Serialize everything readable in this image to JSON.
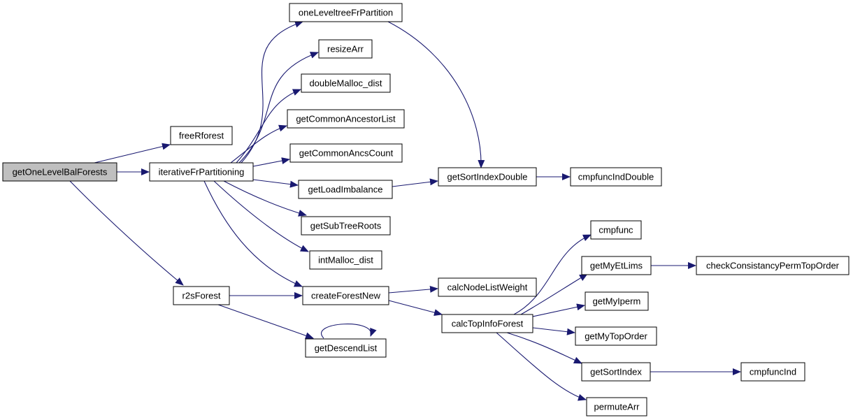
{
  "nodes": {
    "getOneLevelBalForests": "getOneLevelBalForests",
    "freeRforest": "freeRforest",
    "iterativeFrPartitioning": "iterativeFrPartitioning",
    "r2sForest": "r2sForest",
    "oneLeveltreeFrPartition": "oneLeveltreeFrPartition",
    "resizeArr": "resizeArr",
    "doubleMalloc_dist": "doubleMalloc_dist",
    "getCommonAncestorList": "getCommonAncestorList",
    "getCommonAncsCount": "getCommonAncsCount",
    "getLoadImbalance": "getLoadImbalance",
    "getSubTreeRoots": "getSubTreeRoots",
    "intMalloc_dist": "intMalloc_dist",
    "createForestNew": "createForestNew",
    "getDescendList": "getDescendList",
    "getSortIndexDouble": "getSortIndexDouble",
    "cmpfuncIndDouble": "cmpfuncIndDouble",
    "calcNodeListWeight": "calcNodeListWeight",
    "calcTopInfoForest": "calcTopInfoForest",
    "cmpfunc": "cmpfunc",
    "getMyEtLims": "getMyEtLims",
    "checkConsistancyPermTopOrder": "checkConsistancyPermTopOrder",
    "getMyIperm": "getMyIperm",
    "getMyTopOrder": "getMyTopOrder",
    "getSortIndex": "getSortIndex",
    "cmpfuncInd": "cmpfuncInd",
    "permuteArr": "permuteArr"
  },
  "root_node": "getOneLevelBalForests",
  "colors": {
    "edge": "#191970",
    "root_fill": "#bfbfbf",
    "node_fill": "#ffffff",
    "node_border": "#000000"
  }
}
